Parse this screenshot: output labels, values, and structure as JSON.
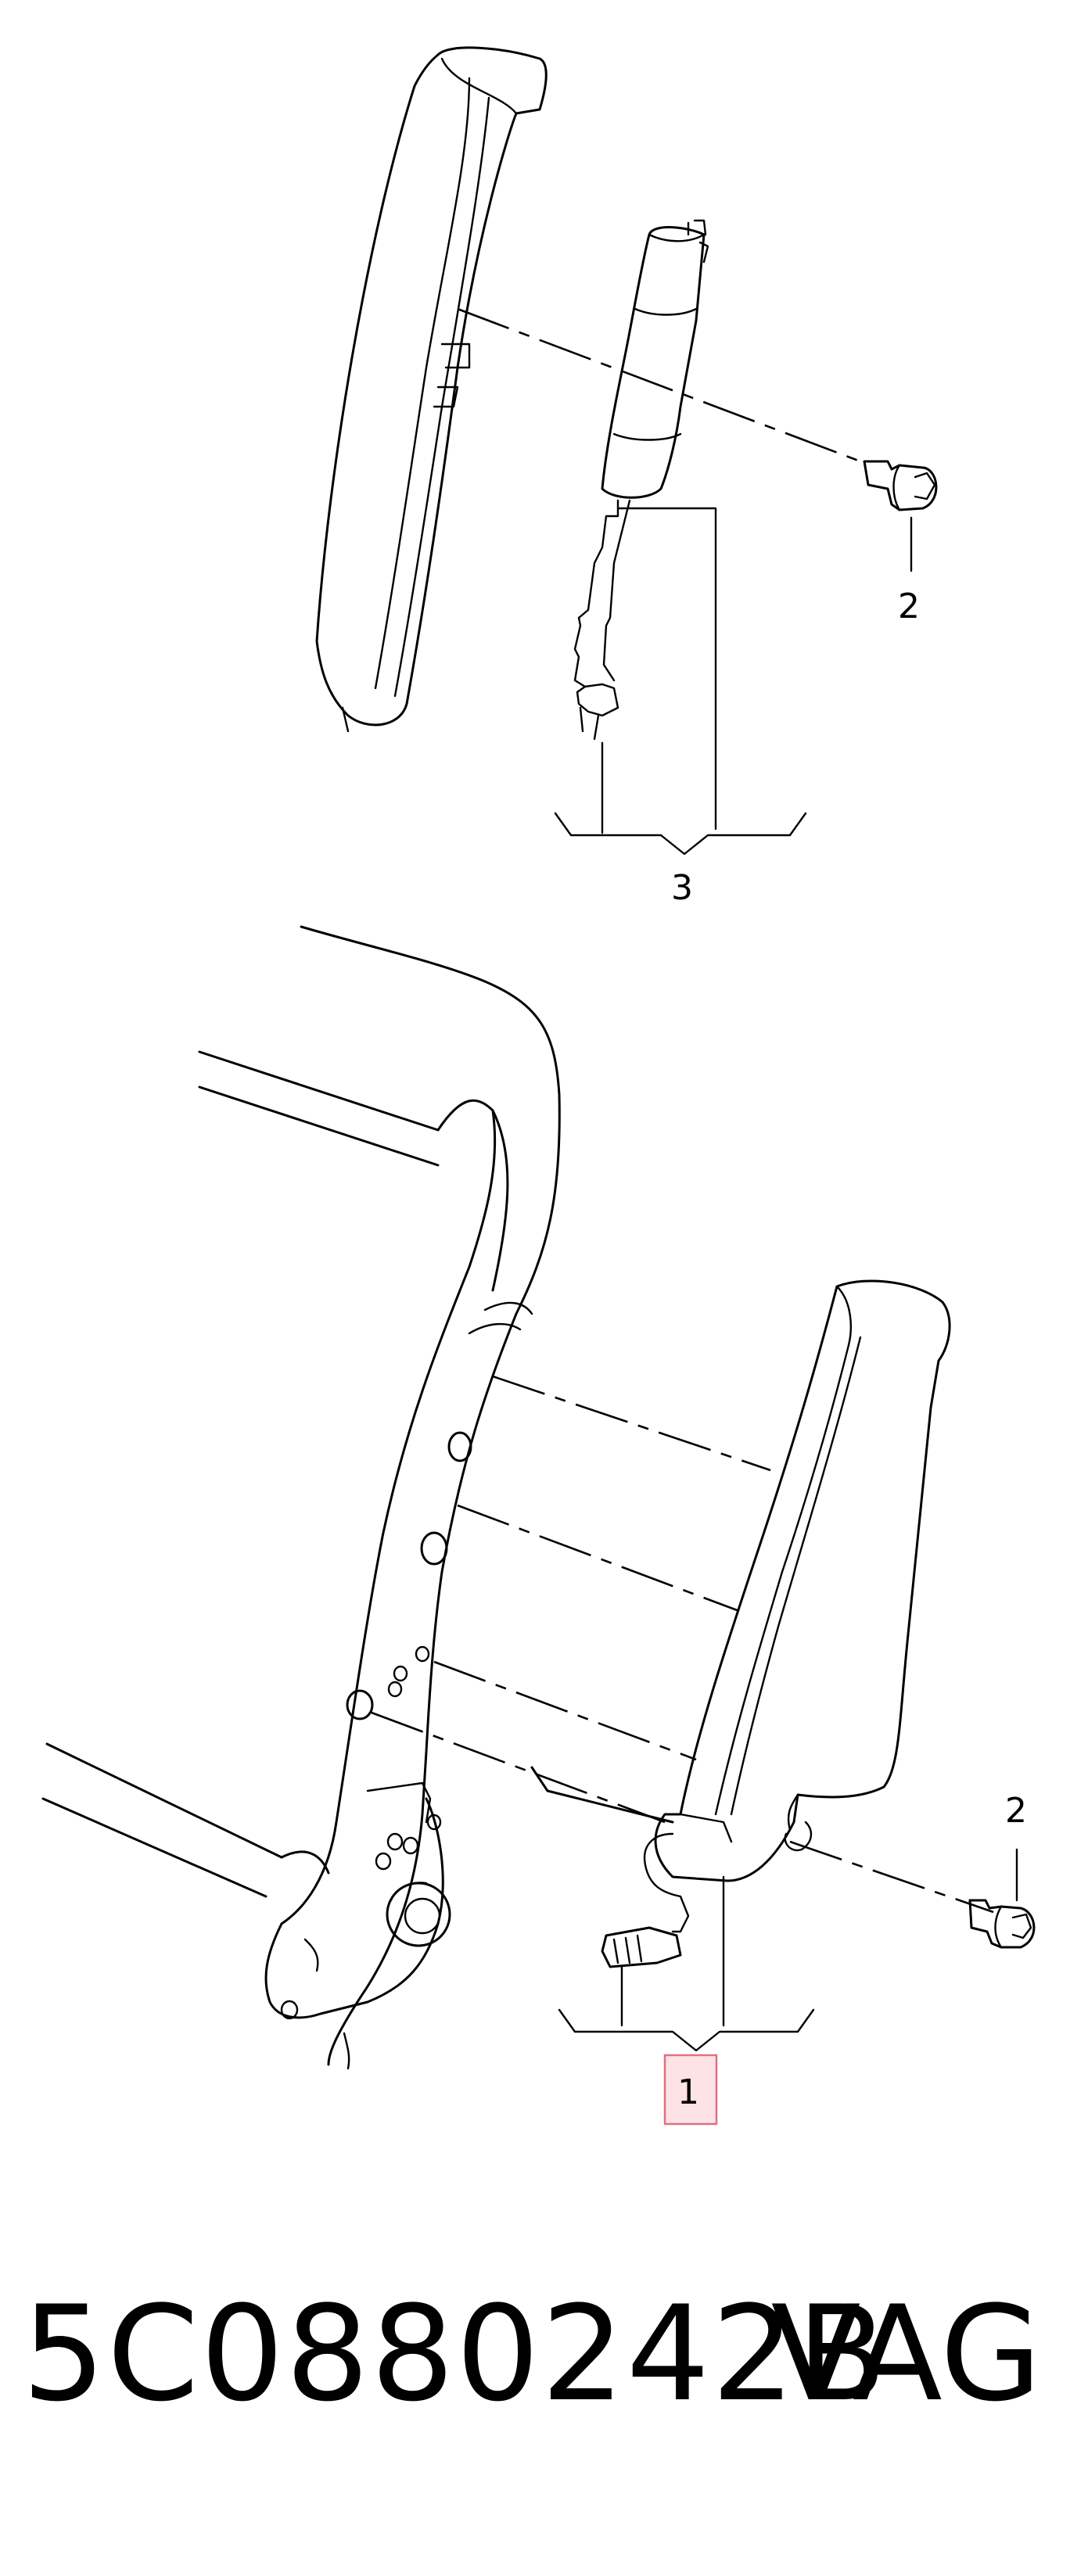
{
  "diagram": {
    "callouts": {
      "upper_screw": "2",
      "upper_airbag": "3",
      "lower_screw": "2",
      "lower_airbag": "1"
    },
    "highlight_color": "#e07080",
    "highlight_fill": "#fde3e6"
  },
  "footer": {
    "part_number": "5C0880242B",
    "brand": "VAG"
  }
}
